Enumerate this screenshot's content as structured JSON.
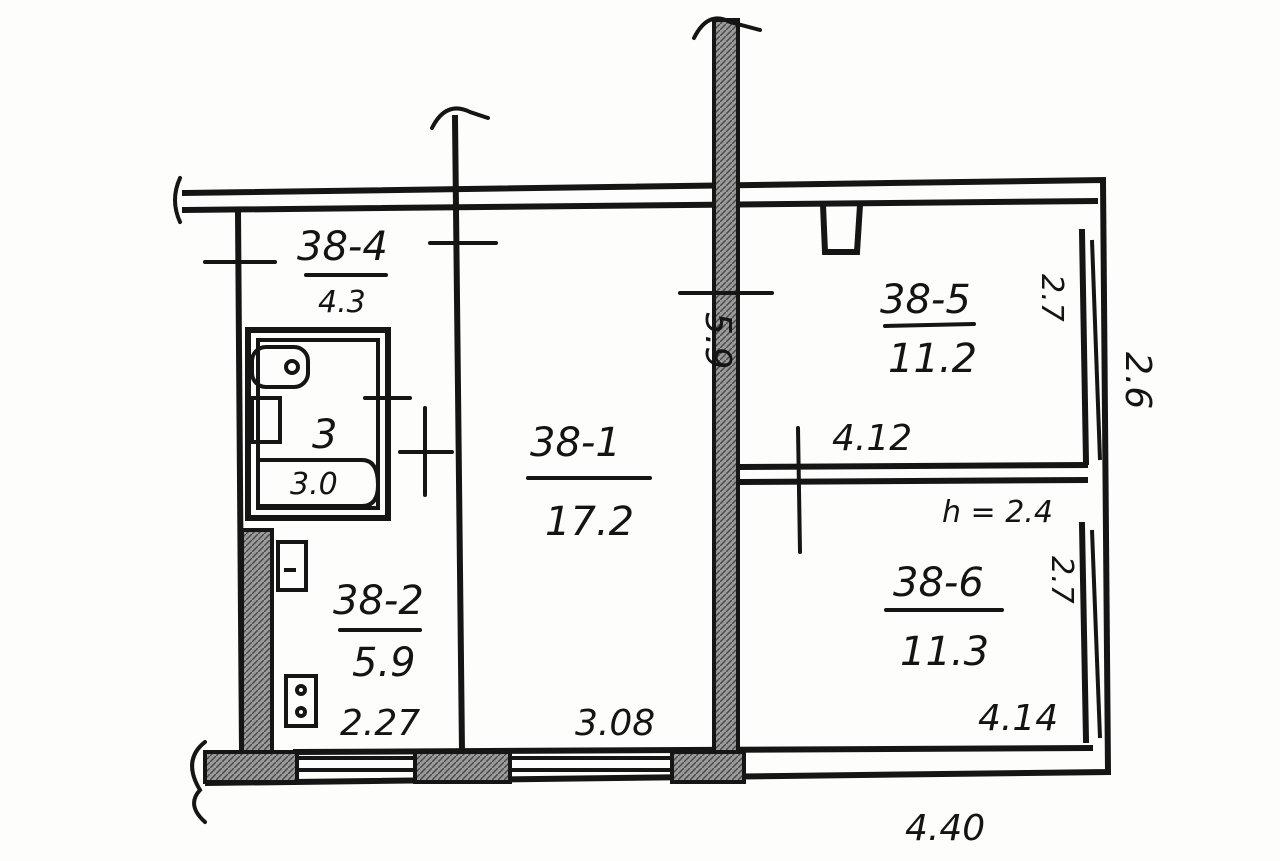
{
  "rooms": {
    "r1": {
      "id": "38-1",
      "area": "17.2"
    },
    "r2": {
      "id": "38-2",
      "area": "5.9"
    },
    "r3": {
      "id": "3",
      "area": "3.0"
    },
    "r4": {
      "id": "38-4",
      "area": "4.3"
    },
    "r5": {
      "id": "38-5",
      "area": "11.2"
    },
    "r6": {
      "id": "38-6",
      "area": "11.3"
    }
  },
  "dimensions": {
    "d_412": "4.12",
    "d_414": "4.14",
    "d_308": "3.08",
    "d_227": "2.27",
    "d_440": "4.40",
    "d_59_vert": "5.9",
    "d_26_vert": "2.6",
    "d_27_vert_a": "2.7",
    "d_27_vert_b": "2.7",
    "ceiling_height": "h = 2.4"
  },
  "colors": {
    "ink": "#151515",
    "paper": "#fdfdfc"
  }
}
